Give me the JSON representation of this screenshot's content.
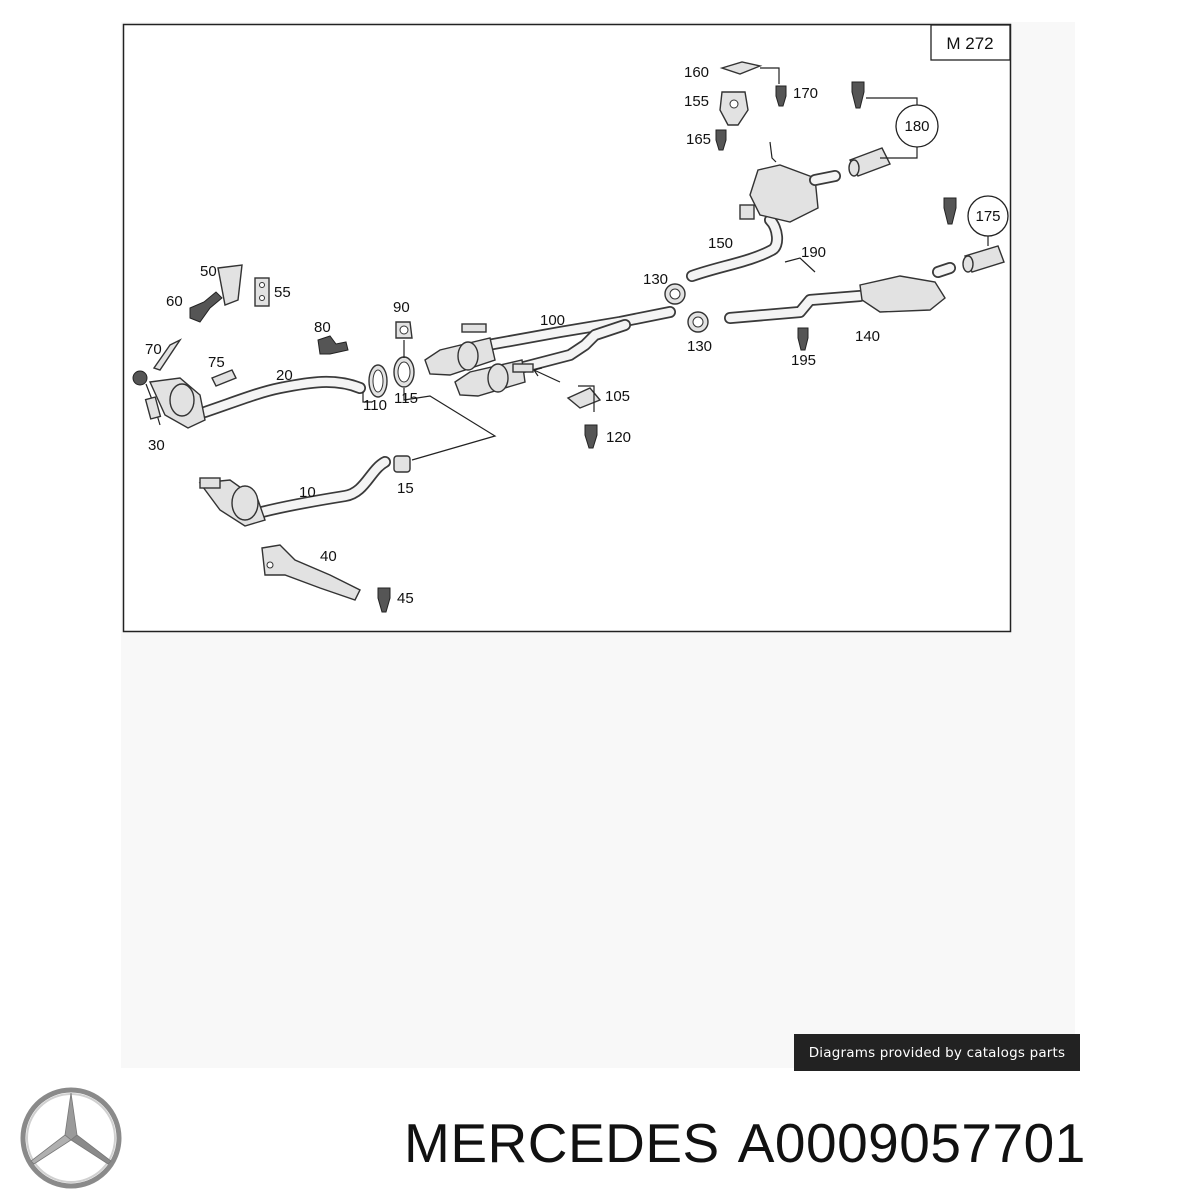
{
  "diagram": {
    "model_code": "M 272",
    "callouts": {
      "c10": "10",
      "c15": "15",
      "c20": "20",
      "c30": "30",
      "c40": "40",
      "c45": "45",
      "c50": "50",
      "c55": "55",
      "c60": "60",
      "c70": "70",
      "c75": "75",
      "c80": "80",
      "c90": "90",
      "c100": "100",
      "c105": "105",
      "c110": "110",
      "c115": "115",
      "c120": "120",
      "c130a": "130",
      "c130b": "130",
      "c140": "140",
      "c150": "150",
      "c155": "155",
      "c160": "160",
      "c165": "165",
      "c170": "170",
      "c175": "175",
      "c180": "180",
      "c190": "190",
      "c195": "195"
    }
  },
  "credit": "Diagrams provided by catalogs parts",
  "brand": "MERCEDES",
  "part_number": "A0009057701",
  "logo_icon": "mercedes-star-icon"
}
